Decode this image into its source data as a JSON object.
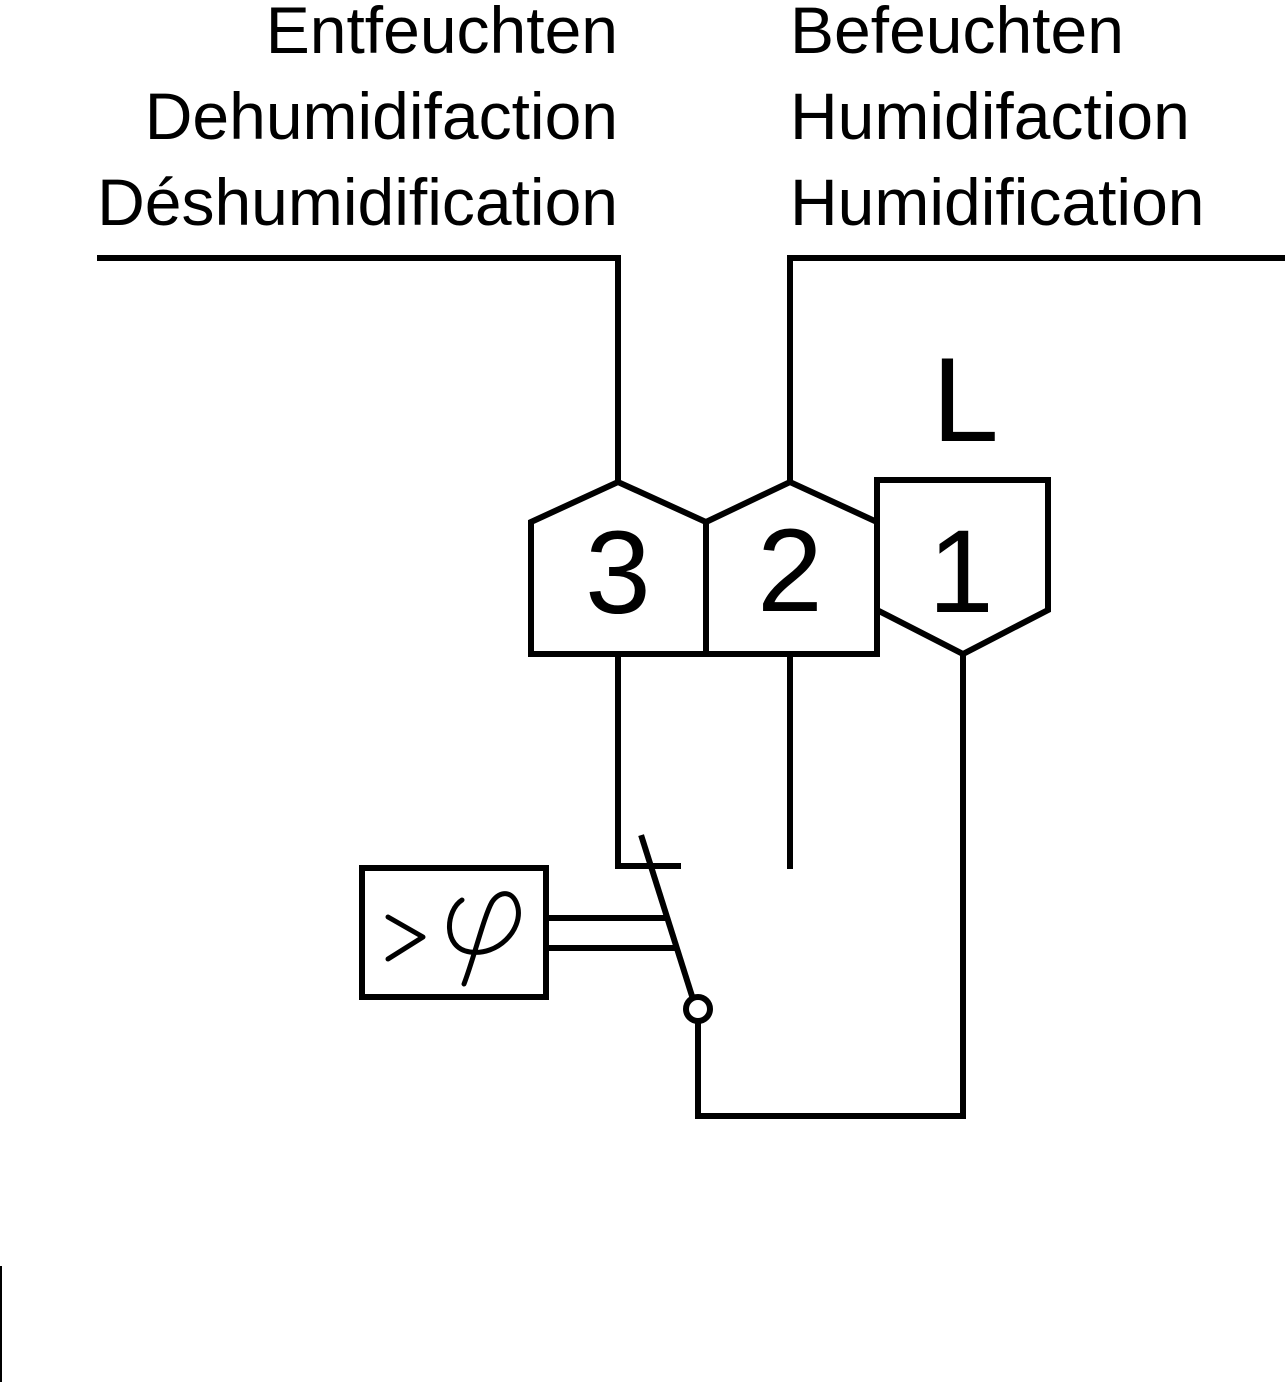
{
  "labels": {
    "dehumidify": {
      "de": "Entfeuchten",
      "en": "Dehumidifaction",
      "fr": "Déshumidification"
    },
    "humidify": {
      "de": "Befeuchten",
      "en": "Humidifaction",
      "fr": "Humidification"
    }
  },
  "supply_label": "L",
  "terminals": [
    {
      "id": "3",
      "label": "3"
    },
    {
      "id": "2",
      "label": "2"
    },
    {
      "id": "1",
      "label": "1"
    }
  ],
  "sensor": {
    "symbol": "humidity-above-threshold-icon"
  },
  "colors": {
    "line": "#000000",
    "background": "#ffffff"
  }
}
